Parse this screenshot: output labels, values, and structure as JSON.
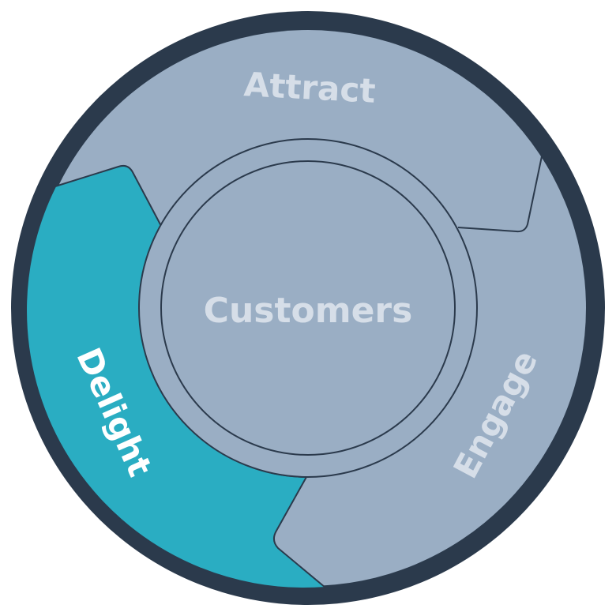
{
  "center": {
    "label": "Customers"
  },
  "segments": [
    {
      "id": "attract",
      "label": "Attract"
    },
    {
      "id": "engage",
      "label": "Engage"
    },
    {
      "id": "delight",
      "label": "Delight"
    }
  ],
  "colors": {
    "ring_border": "#2b3a4c",
    "segment_fill": "#9aaec4",
    "active_fill": "#2aadc2",
    "inactive_text": "#d6dee8",
    "active_text": "#ffffff",
    "separator": "#2b3a4c"
  },
  "active_segment": "delight"
}
